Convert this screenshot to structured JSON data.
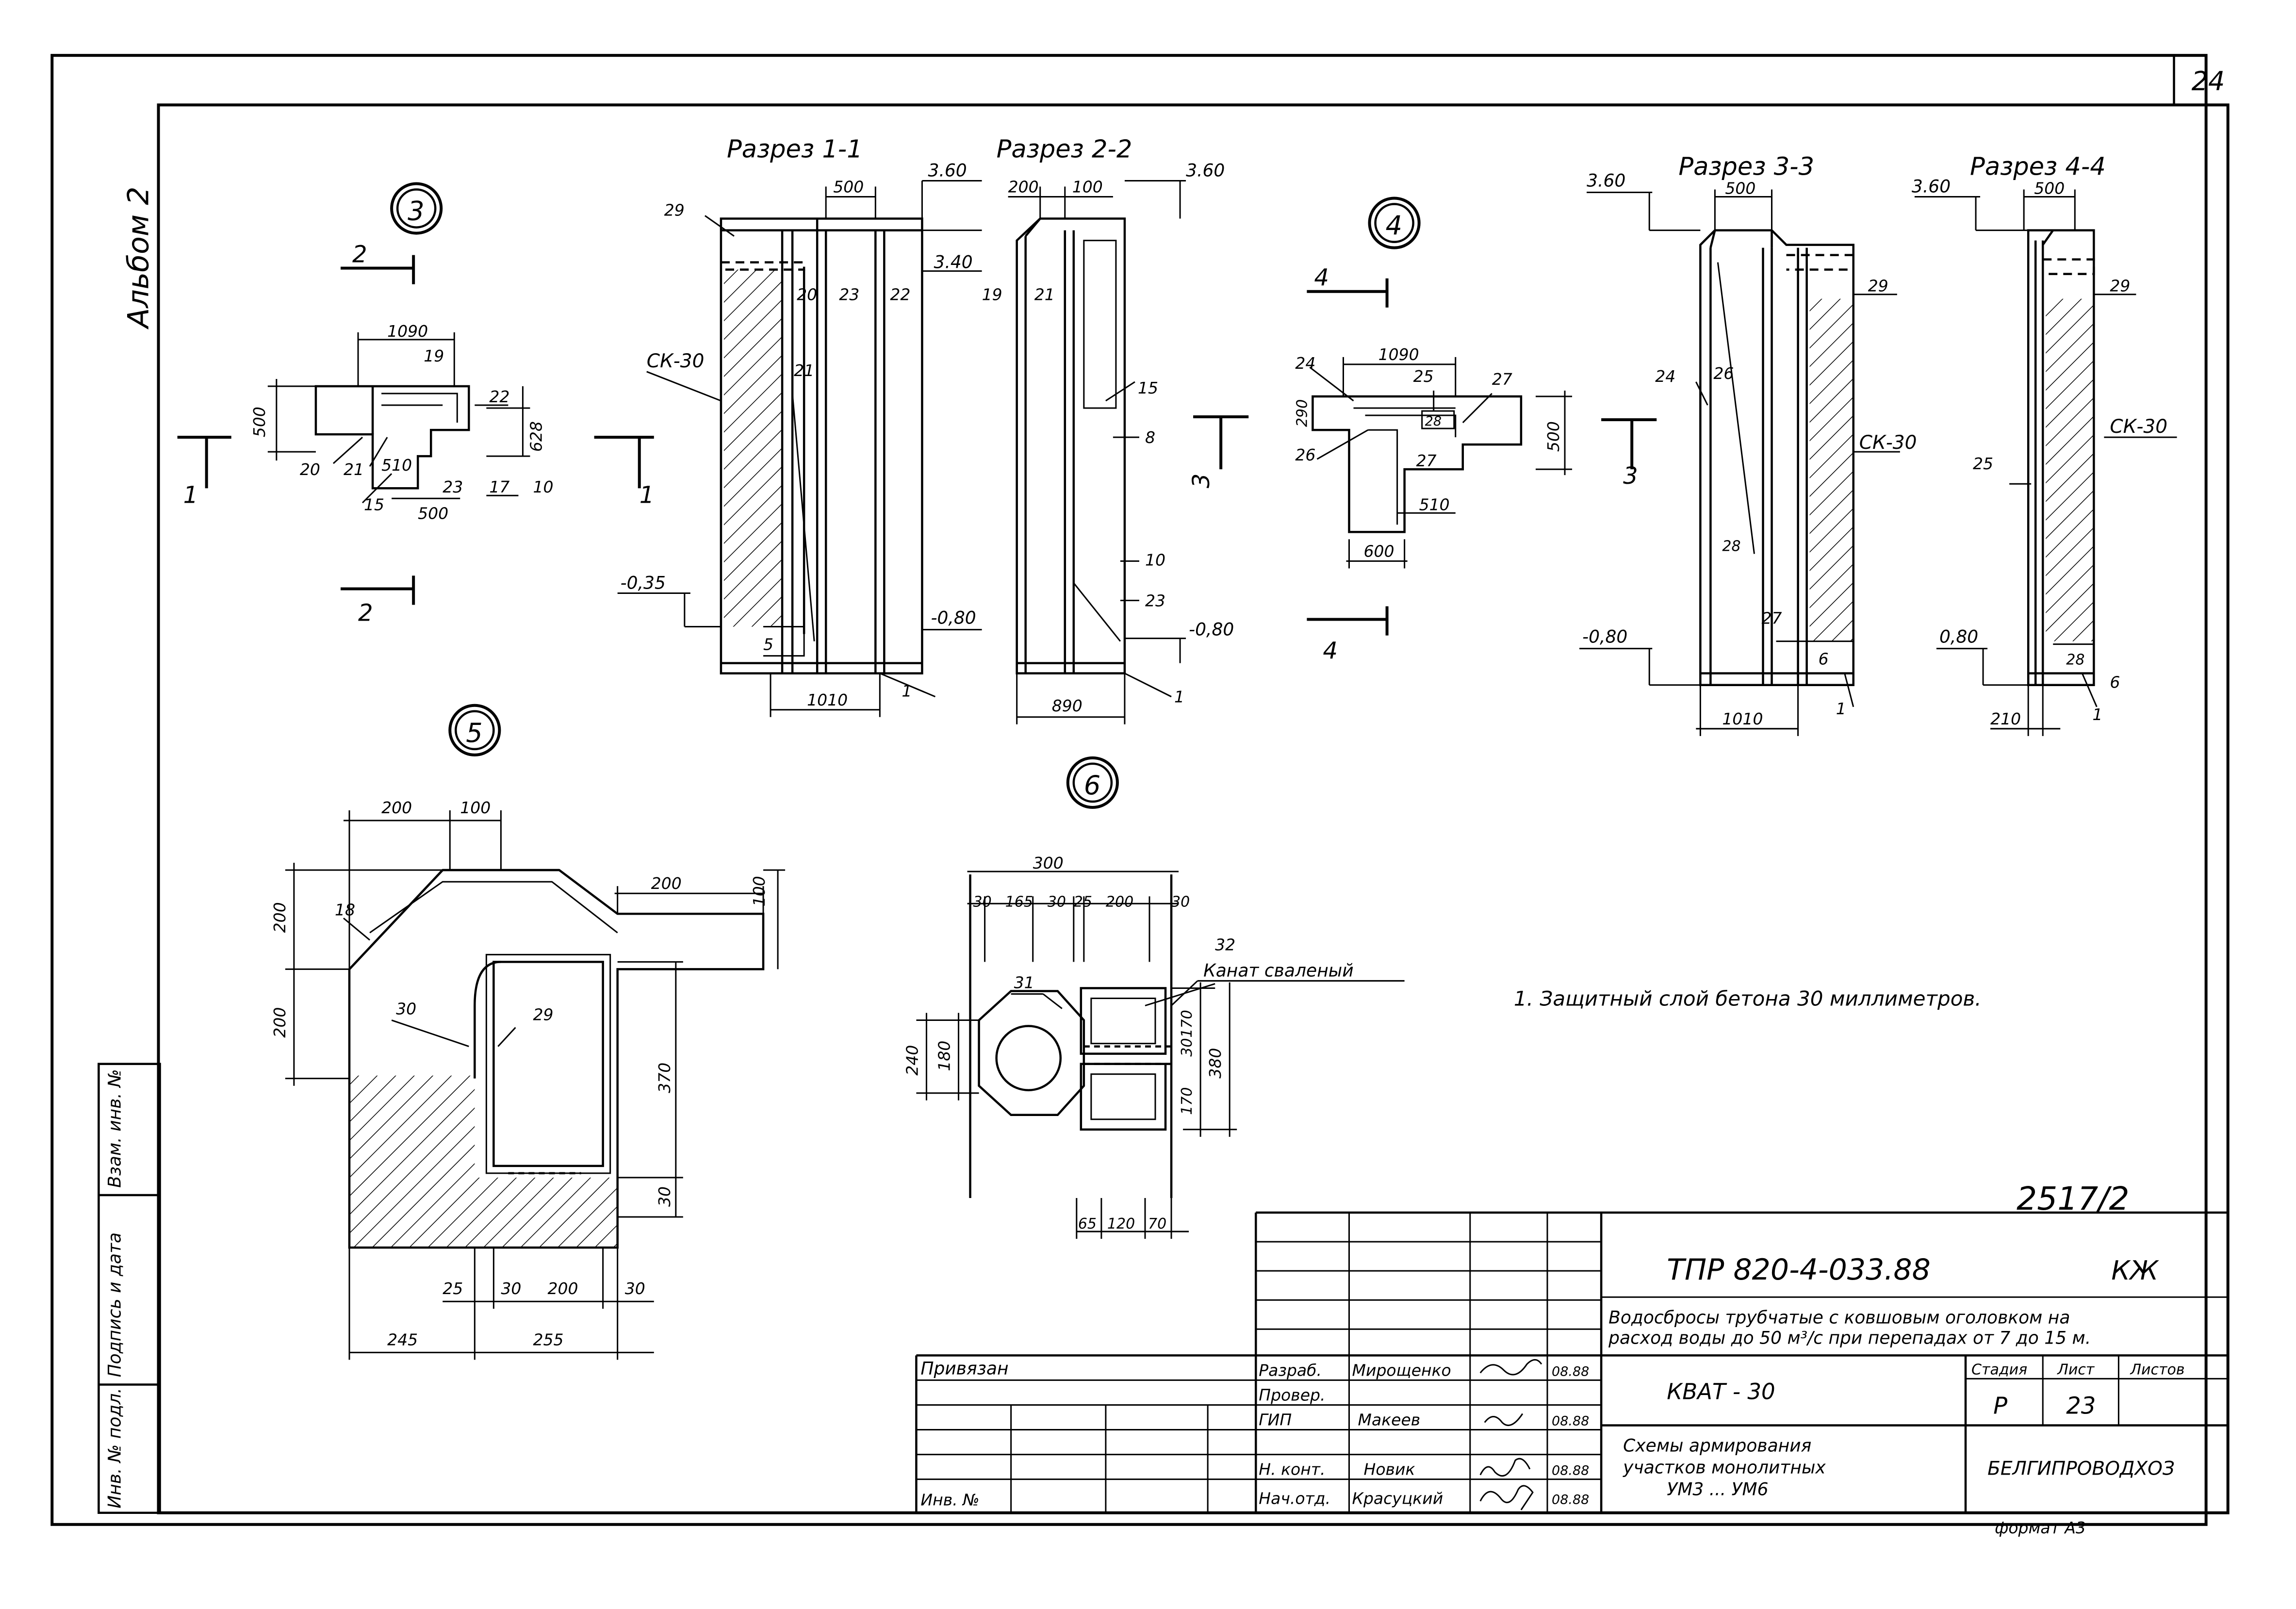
{
  "sheet_number": "24",
  "album_label": "Альбом 2",
  "side_stamp": {
    "labels": [
      "Инв. № подл.",
      "Подпись и дата",
      "Взам. инв. №"
    ]
  },
  "node_labels": {
    "node3": "3",
    "node4": "4",
    "node5": "5",
    "node6": "6"
  },
  "section_titles": {
    "s1": "Разрез 1-1",
    "s2": "Разрез 2-2",
    "s3": "Разрез 3-3",
    "s4": "Разрез 4-4"
  },
  "section_marks": {
    "m1": "1",
    "m2": "2",
    "m3": "3",
    "m4": "4"
  },
  "elevations": {
    "e360": "3.60",
    "e340": "3.40",
    "em035": "-0,35",
    "em080": "-0,80",
    "e080": "0,80"
  },
  "node3": {
    "dims": [
      "1090",
      "500",
      "628",
      "510",
      "500"
    ],
    "refs": [
      "19",
      "22",
      "10",
      "17",
      "23",
      "15",
      "20",
      "21"
    ]
  },
  "section1": {
    "dims": [
      "500",
      "1010"
    ],
    "refs": [
      "29",
      "20",
      "23",
      "22",
      "21",
      "1",
      "5"
    ],
    "ck": "СК-30"
  },
  "section2": {
    "dims": [
      "200",
      "100",
      "890"
    ],
    "refs": [
      "19",
      "21",
      "15",
      "8",
      "10",
      "23",
      "1"
    ]
  },
  "node4": {
    "dims": [
      "1090",
      "290",
      "500",
      "510",
      "600"
    ],
    "refs": [
      "24",
      "25",
      "27",
      "28",
      "26",
      "27"
    ]
  },
  "section3": {
    "dims": [
      "500",
      "1010"
    ],
    "refs": [
      "24",
      "26",
      "29",
      "28",
      "27",
      "6",
      "1"
    ],
    "ck": "СК-30"
  },
  "section4": {
    "dims": [
      "500",
      "210"
    ],
    "refs": [
      "29",
      "25",
      "28",
      "6",
      "1"
    ],
    "ck": "СК-30"
  },
  "node5": {
    "dims": [
      "200",
      "100",
      "200",
      "100",
      "200",
      "200",
      "370",
      "30",
      "25",
      "30",
      "200",
      "30",
      "245",
      "255"
    ],
    "refs": [
      "18",
      "30",
      "29"
    ]
  },
  "node6": {
    "dims": [
      "300",
      "30",
      "165",
      "30",
      "25",
      "200",
      "30",
      "240",
      "180",
      "170",
      "30",
      "170",
      "380",
      "65",
      "120",
      "70"
    ],
    "refs": [
      "31",
      "32"
    ],
    "rope_label": "Канат сваленый"
  },
  "note": "1. Защитный слой бетона 30 миллиметров.",
  "title_block": {
    "doc_number": "2517/2",
    "code": "ТПР  820-4-033.88",
    "mark": "КЖ",
    "description_line1": "Водосбросы трубчатые с ковшовым оголовком на",
    "description_line2": "расход воды до 50 м³/с при перепадах от 7 до 15 м.",
    "attached": "Привязан",
    "inv_no": "Инв. №",
    "roles": [
      "Разраб.",
      "Провер.",
      "ГИП",
      "",
      "Н. конт.",
      "Нач.отд."
    ],
    "names": [
      "Мирощенко",
      "",
      "Макеев",
      "",
      "Новик",
      "Красуцкий"
    ],
    "dates": [
      "08.88",
      "",
      "08.88",
      "",
      "08.88",
      "08.88"
    ],
    "object": "КВАТ - 30",
    "stage_header": "Стадия",
    "sheet_header": "Лист",
    "sheets_header": "Листов",
    "stage": "Р",
    "sheet": "23",
    "sheets": "",
    "drawing_title_line1": "Схемы армирования",
    "drawing_title_line2": "участков монолитных",
    "drawing_title_line3": "УМ3 ... УМ6",
    "organization": "БЕЛГИПРОВОДХОЗ",
    "format": "формат А3"
  }
}
